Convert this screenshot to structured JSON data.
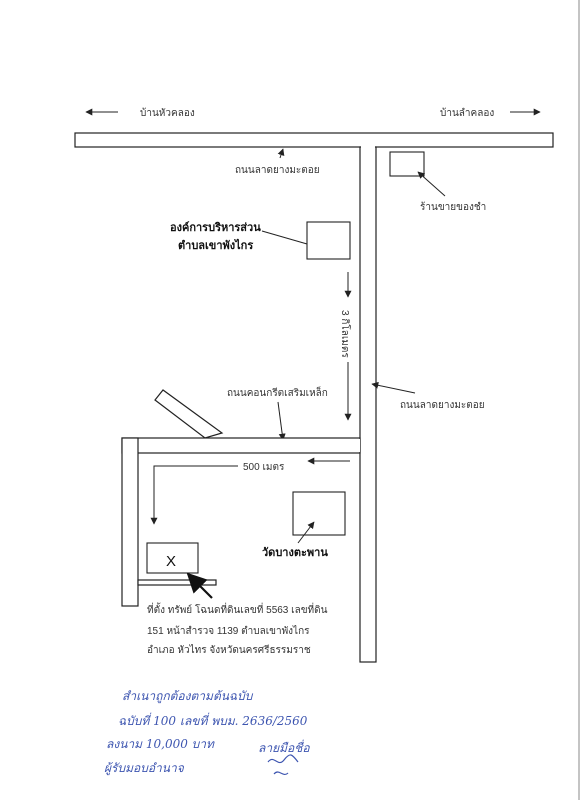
{
  "places": {
    "west_village": "บ้านหัวคลอง",
    "east_village": "บ้านลำคลอง",
    "road_top": "ถนนลาดยางมะตอย",
    "road_vertical": "ถนนลาดยางมะตอย",
    "shop": "ร้านขายของชำ",
    "tao_line1": "องค์การบริหารส่วน",
    "tao_line2": "ตำบลเขาพังไกร",
    "distance_3km": "3 กิโลเมตร",
    "concrete_road": "ถนนคอนกรีตเสริมเหล็ก",
    "distance_500m": "500 เมตร",
    "temple": "วัดบางตะพาน",
    "target_mark": "X"
  },
  "location_note": {
    "line1": "ที่ตั้ง ทรัพย์ โฉนดที่ดินเลขที่ 5563 เลขที่ดิน",
    "line2": "151 หน้าสำรวจ 1139  ตำบลเขาพังไกร",
    "line3": "อำเภอ หัวไทร จังหวัดนครศรีธรรมราช"
  },
  "handwritten": {
    "line1": "สำเนาถูกต้องตามต้นฉบับ",
    "line2": "ฉบับที่ 100 เลขที่ พบม. 2636/2560",
    "line3": "ลงนาม 10,000 บาท",
    "line4": "ผู้รับมอบอำนาจ",
    "signature": "ลายมือชื่อ"
  },
  "colors": {
    "ink": "#222222",
    "handwriting": "#3d55b0"
  }
}
